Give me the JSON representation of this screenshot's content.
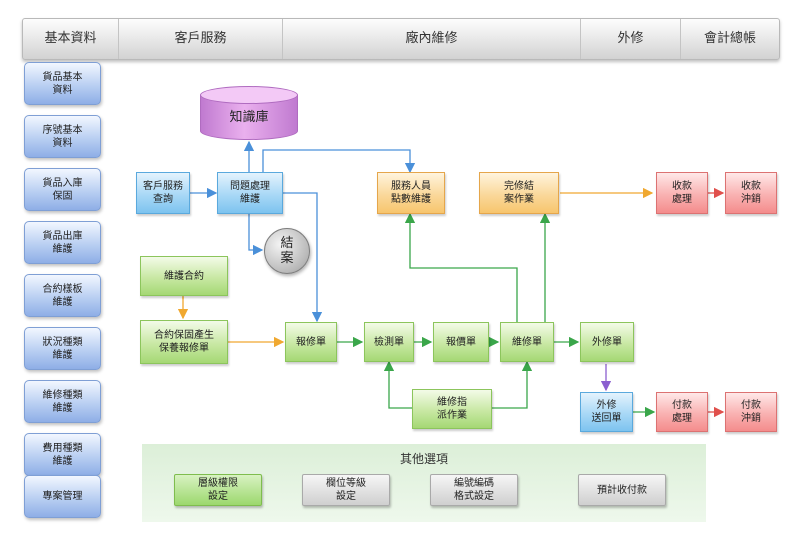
{
  "header": {
    "tabs": [
      "基本資料",
      "客戶服務",
      "廠內維修",
      "外修",
      "會計總帳"
    ]
  },
  "sidebar": {
    "items": [
      "貨品基本\n資料",
      "序號基本\n資料",
      "貨品入庫\n保固",
      "貨品出庫\n維護",
      "合約樣板\n維護",
      "狀況種類\n維護",
      "維修種類\n維護",
      "費用種類\n維護",
      "專案管理"
    ]
  },
  "flow": {
    "knowledge_base": "知識庫",
    "customer_query": "客戶服務\n查詢",
    "issue_handling": "問題處理\n維護",
    "close_case": "結\n案",
    "service_staff": "服務人員\n點數維護",
    "repair_complete": "完修結\n案作業",
    "receipt_processing": "收款\n處理",
    "receipt_offset": "收款\n沖銷",
    "maintenance_contract": "維護合約",
    "contract_warranty": "合約保固產生\n保養報修單",
    "repair_report": "報修單",
    "inspection_form": "檢測單",
    "quotation_form": "報價單",
    "repair_form": "維修單",
    "outsourced_form": "外修單",
    "repair_dispatch": "維修指\n派作業",
    "outsourced_return": "外修\n送回單",
    "payment_processing": "付款\n處理",
    "payment_offset": "付款\n沖銷"
  },
  "other_options": {
    "title": "其他選項",
    "items": [
      "層級權限\n設定",
      "欄位等級\n設定",
      "編號編碼\n格式設定",
      "預計收付款"
    ]
  },
  "colors": {
    "blue": "#7dc3ef",
    "green": "#a5d874",
    "orange": "#f7c56d",
    "red": "#f48c8c",
    "line_blue": "#4a90d9",
    "line_green": "#3aa64a",
    "line_orange": "#f0a830",
    "line_red": "#e0504c",
    "line_violet": "#8b5fd0"
  }
}
